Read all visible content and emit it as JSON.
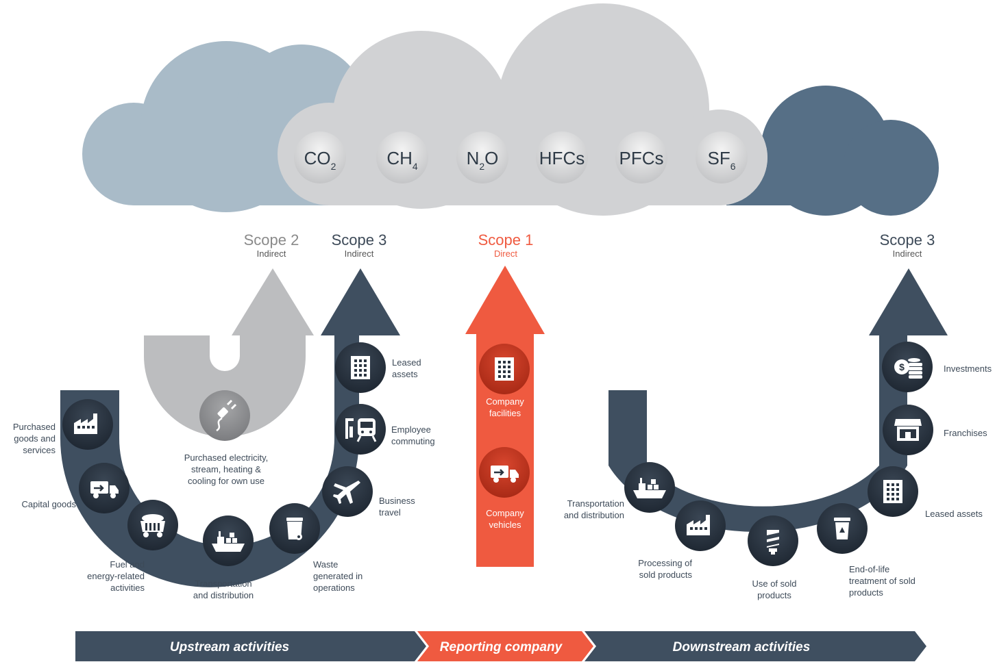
{
  "gases": [
    {
      "base": "CO",
      "sub": "2"
    },
    {
      "base": "CH",
      "sub": "4"
    },
    {
      "base": "N",
      "sub": "2",
      "tail": "O"
    },
    {
      "base": "HFCs",
      "sub": ""
    },
    {
      "base": "PFCs",
      "sub": ""
    },
    {
      "base": "SF",
      "sub": "6"
    }
  ],
  "scopes": {
    "scope2": {
      "title": "Scope 2",
      "subtitle": "Indirect"
    },
    "scope3_up": {
      "title": "Scope 3",
      "subtitle": "Indirect"
    },
    "scope1": {
      "title": "Scope 1",
      "subtitle": "Direct"
    },
    "scope3_down": {
      "title": "Scope 3",
      "subtitle": "Indirect"
    }
  },
  "upstream_items": [
    {
      "lines": [
        "Purchased",
        "goods and",
        "services"
      ],
      "icon": "factory-icon"
    },
    {
      "lines": [
        "Capital goods"
      ],
      "icon": "delivery-truck-icon"
    },
    {
      "lines": [
        "Fuel and",
        "energy-related",
        "activities"
      ],
      "icon": "coal-cart-icon"
    },
    {
      "lines": [
        "Transportation",
        "and distribution"
      ],
      "icon": "cargo-ship-icon"
    },
    {
      "lines": [
        "Waste",
        "generated in",
        "operations"
      ],
      "icon": "trash-bin-icon"
    },
    {
      "lines": [
        "Business",
        "travel"
      ],
      "icon": "airplane-icon"
    },
    {
      "lines": [
        "Employee",
        "commuting"
      ],
      "icon": "train-icon"
    },
    {
      "lines": [
        "Leased",
        "assets"
      ],
      "icon": "building-icon"
    }
  ],
  "scope2_item": {
    "lines": [
      "Purchased electricity,",
      "stream, heating &",
      "cooling for own use"
    ],
    "icon": "power-plug-icon"
  },
  "company_items": [
    {
      "lines": [
        "Company",
        "facilities"
      ],
      "icon": "building-icon"
    },
    {
      "lines": [
        "Company",
        "vehicles"
      ],
      "icon": "delivery-truck-icon"
    }
  ],
  "downstream_items": [
    {
      "lines": [
        "Transportation",
        "and distribution"
      ],
      "icon": "cargo-ship-icon"
    },
    {
      "lines": [
        "Processing of",
        "sold products"
      ],
      "icon": "factory-icon"
    },
    {
      "lines": [
        "Use of sold",
        "products"
      ],
      "icon": "light-bulb-icon"
    },
    {
      "lines": [
        "End-of-life",
        "treatment of sold",
        "products"
      ],
      "icon": "recycle-bin-icon"
    },
    {
      "lines": [
        "Leased assets"
      ],
      "icon": "building-icon"
    },
    {
      "lines": [
        "Franchises"
      ],
      "icon": "storefront-icon"
    },
    {
      "lines": [
        "Investments"
      ],
      "icon": "coins-icon"
    }
  ],
  "bottom_bar": {
    "upstream": "Upstream activities",
    "reporting": "Reporting company",
    "downstream": "Downstream activities"
  },
  "colors": {
    "cloud_left": "#a9bbc8",
    "cloud_center": "#d1d2d4",
    "cloud_right": "#566f86",
    "dark_arrow": "#3f4f60",
    "scope2_arrow": "#bcbdbf",
    "scope1_arrow": "#ef5a40",
    "scope2_text": "#8a8a8a",
    "scope3_text": "#3d4a58",
    "scope1_text": "#ef5a40"
  }
}
